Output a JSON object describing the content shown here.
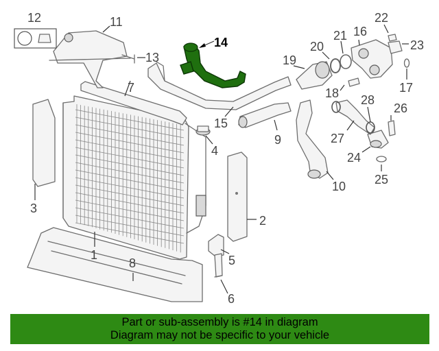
{
  "diagram": {
    "callouts": [
      "1",
      "2",
      "3",
      "4",
      "5",
      "6",
      "7",
      "8",
      "9",
      "10",
      "11",
      "12",
      "13",
      "14",
      "15",
      "16",
      "17",
      "18",
      "19",
      "20",
      "21",
      "22",
      "23",
      "24",
      "25",
      "26",
      "27",
      "28"
    ],
    "highlight_part": "14",
    "highlight_color": "#2e8a14"
  },
  "banner": {
    "line1": "Part or sub-assembly is #14 in diagram",
    "line2": "Diagram may not be specific to your vehicle",
    "background": "#2e8a14"
  }
}
